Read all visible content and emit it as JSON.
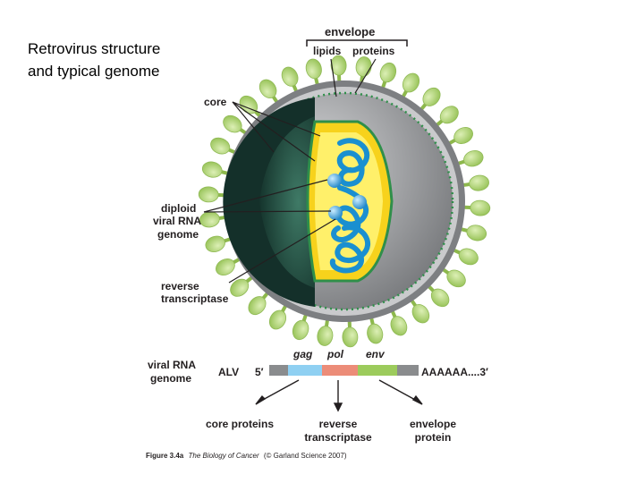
{
  "slide": {
    "title_line1": "Retrovirus structure",
    "title_line2": "and typical genome"
  },
  "figure": {
    "labels": {
      "envelope": "envelope",
      "lipids": "lipids",
      "proteins": "proteins",
      "core": "core",
      "diploid_1": "diploid",
      "diploid_2": "viral RNA",
      "diploid_3": "genome",
      "rt_1": "reverse",
      "rt_2": "transcriptase"
    },
    "genome_map": {
      "label_1": "viral RNA",
      "label_2": "genome",
      "virus": "ALV",
      "five_prime": "5′",
      "three_prime": "AAAAAA....3′",
      "genes": [
        "gag",
        "pol",
        "env"
      ],
      "gene_colors": [
        "#8fd0f2",
        "#ec8c78",
        "#9ccb5c"
      ],
      "end_color": "#8a8c8e",
      "products": [
        {
          "line1": "core proteins",
          "line2": ""
        },
        {
          "line1": "reverse",
          "line2": "transcriptase"
        },
        {
          "line1": "envelope",
          "line2": "protein"
        }
      ]
    },
    "caption": {
      "figure_no": "Figure 3.4a",
      "book": "The Biology of Cancer",
      "credit": "(© Garland Science 2007)"
    },
    "colors": {
      "spike": "#b5d879",
      "membrane": "#8a8c8e",
      "shell": "#a6a8ab",
      "core_dark": "#1e4a3f",
      "capsid": "#ffe94f",
      "rna": "#1a8fd0",
      "rt_enzyme": "#3aa6e6"
    }
  }
}
